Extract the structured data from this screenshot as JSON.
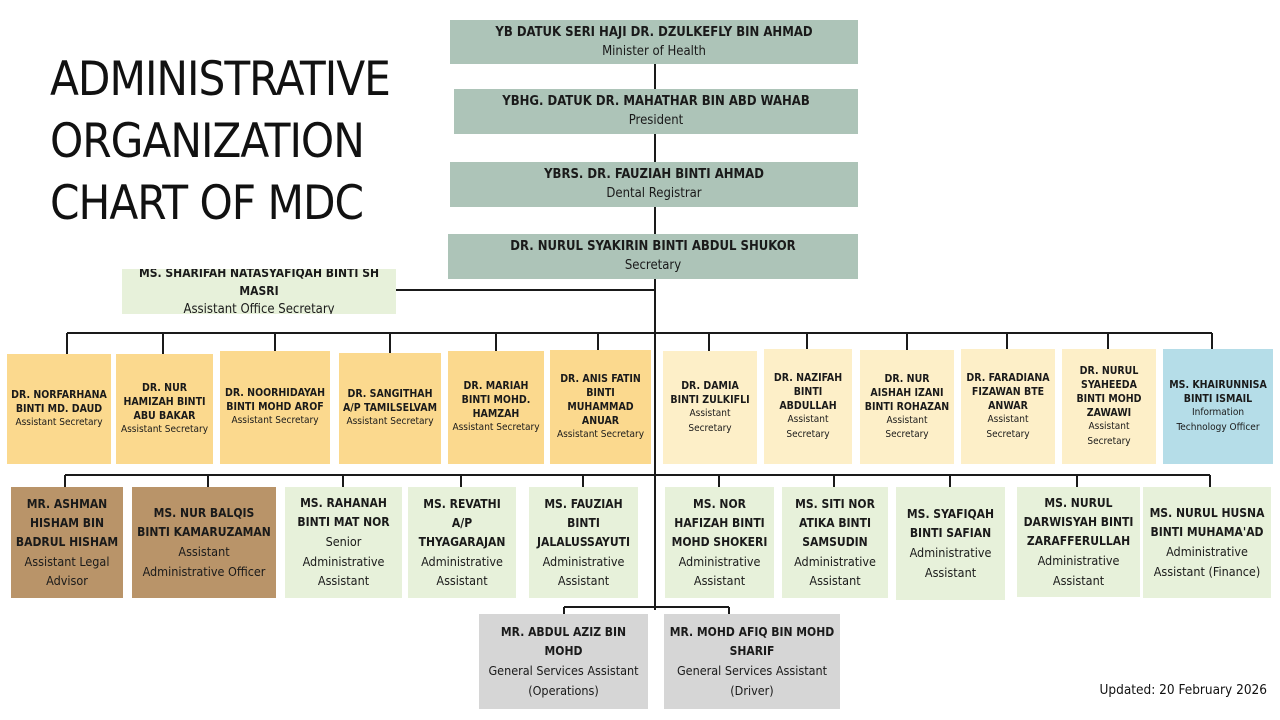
{
  "title": [
    "ADMINISTRATIVE",
    "ORGANIZATION",
    "CHART OF MDC"
  ],
  "updated": "Updated: 20 February 2026",
  "colors": {
    "leadership": "#adc4b8",
    "assistant_office_secretary": "#e7f1da",
    "assistant_secretary_left": "#fbd98e",
    "assistant_secretary_right": "#fdefc8",
    "it_officer": "#b5dde8",
    "legal_admin_officer": "#b99469",
    "administrative_assistant": "#e7f1da",
    "general_services": "#d6d6d6",
    "connector": "#1a1a1a"
  },
  "leadership": [
    {
      "name": "YB DATUK SERI HAJI DR. DZULKEFLY BIN AHMAD",
      "role": "Minister of Health"
    },
    {
      "name": "YBHG. DATUK DR. MAHATHAR BIN ABD WAHAB",
      "role": "President"
    },
    {
      "name": "YBRS. DR. FAUZIAH BINTI AHMAD",
      "role": "Dental Registrar"
    },
    {
      "name": "DR. NURUL SYAKIRIN BINTI ABDUL SHUKOR",
      "role": "Secretary"
    }
  ],
  "assistant_office_secretary": {
    "name": "MS. SHARIFAH NATASYAFIQAH BINTI SH MASRI",
    "role": "Assistant Office Secretary"
  },
  "assistant_secretaries": [
    {
      "name": "DR. NORFARHANA BINTI MD. DAUD",
      "role": "Assistant Secretary"
    },
    {
      "name": "DR. NUR HAMIZAH BINTI ABU BAKAR",
      "role": "Assistant Secretary"
    },
    {
      "name": "DR. NOORHIDAYAH BINTI MOHD AROF",
      "role": "Assistant Secretary"
    },
    {
      "name": "DR. SANGITHAH A/P TAMILSELVAM",
      "role": "Assistant Secretary"
    },
    {
      "name": "DR. MARIAH BINTI MOHD. HAMZAH",
      "role": "Assistant Secretary"
    },
    {
      "name": "DR. ANIS FATIN BINTI MUHAMMAD ANUAR",
      "role": "Assistant Secretary"
    },
    {
      "name": "DR. DAMIA BINTI ZULKIFLI",
      "role": "Assistant Secretary"
    },
    {
      "name": "DR. NAZIFAH BINTI ABDULLAH",
      "role": "Assistant Secretary"
    },
    {
      "name": "DR. NUR AISHAH IZANI BINTI ROHAZAN",
      "role": "Assistant Secretary"
    },
    {
      "name": "DR. FARADIANA FIZAWAN BTE ANWAR",
      "role": "Assistant Secretary"
    },
    {
      "name": "DR. NURUL SYAHEEDA BINTI MOHD ZAWAWI",
      "role": "Assistant Secretary"
    },
    {
      "name": "MS. KHAIRUNNISA BINTI ISMAIL",
      "role": "Information Technology Officer"
    }
  ],
  "support_staff": [
    {
      "name": "MR. ASHMAN HISHAM BIN BADRUL HISHAM",
      "role": "Assistant Legal Advisor"
    },
    {
      "name": "MS. NUR BALQIS BINTI KAMARUZAMAN",
      "role": "Assistant Administrative Officer"
    },
    {
      "name": "MS. RAHANAH BINTI MAT NOR",
      "role": "Senior Administrative Assistant"
    },
    {
      "name": "MS. REVATHI A/P THYAGARAJAN",
      "role": "Administrative Assistant"
    },
    {
      "name": "MS. FAUZIAH BINTI JALALUSSAYUTI",
      "role": "Administrative Assistant"
    },
    {
      "name": "MS. NOR HAFIZAH BINTI MOHD SHOKERI",
      "role": "Administrative Assistant"
    },
    {
      "name": "MS. SITI NOR ATIKA BINTI SAMSUDIN",
      "role": "Administrative Assistant"
    },
    {
      "name": "MS. SYAFIQAH BINTI SAFIAN",
      "role": "Administrative Assistant"
    },
    {
      "name": "MS. NURUL DARWISYAH BINTI ZARAFFERULLAH",
      "role": "Administrative Assistant"
    },
    {
      "name": "MS. NURUL HUSNA BINTI MUHAMA'AD",
      "role": "Administrative Assistant (Finance)"
    }
  ],
  "general_services": [
    {
      "name": "MR. ABDUL AZIZ BIN MOHD",
      "role": "General Services Assistant (Operations)"
    },
    {
      "name": "MR. MOHD AFIQ BIN MOHD SHARIF",
      "role": "General Services Assistant (Driver)"
    }
  ]
}
